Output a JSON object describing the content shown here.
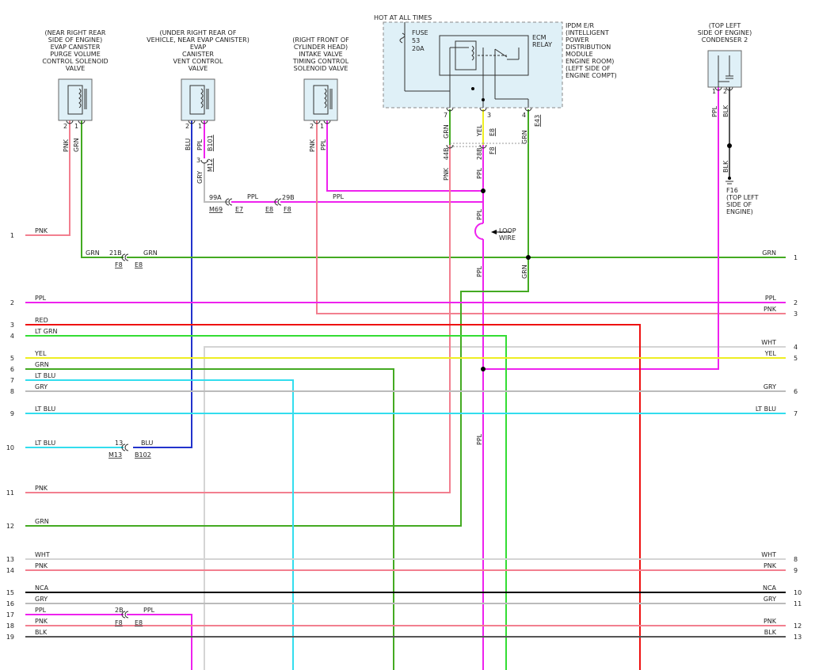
{
  "header": {
    "hot_at_all_times": "HOT AT ALL TIMES"
  },
  "components": {
    "purge_valve": [
      "(NEAR RIGHT REAR",
      "SIDE OF ENGINE)",
      "EVAP CANISTER",
      "PURGE VOLUME",
      "CONTROL SOLENOID",
      "VALVE"
    ],
    "vent_valve": [
      "(UNDER RIGHT REAR OF",
      "VEHICLE, NEAR EVAP CANISTER)",
      "EVAP",
      "CANISTER",
      "VENT CONTROL",
      "VALVE"
    ],
    "timing_valve": [
      "(RIGHT FRONT OF",
      "CYLINDER HEAD)",
      "INTAKE VALVE",
      "TIMING CONTROL",
      "SOLENOID VALVE"
    ],
    "ipdm": [
      "IPDM E/R",
      "(INTELLIGENT",
      "POWER",
      "DISTRIBUTION",
      "MODULE",
      "ENGINE ROOM)",
      "(LEFT SIDE OF",
      "ENGINE COMPT)"
    ],
    "condenser": [
      "(TOP LEFT",
      "SIDE OF ENGINE)",
      "CONDENSER 2"
    ],
    "ground": [
      "F16",
      "(TOP LEFT",
      "SIDE OF",
      "ENGINE)"
    ]
  },
  "fuse": {
    "label": "FUSE",
    "number": "53",
    "rating": "20A"
  },
  "ecm_relay": [
    "ECM",
    "RELAY"
  ],
  "loop_wire": [
    "LOOP",
    "WIRE"
  ],
  "pins": {
    "purge_2": "2",
    "purge_1": "1",
    "vent_2": "2",
    "vent_1": "1",
    "timing_2": "2",
    "timing_1": "1",
    "ipdm_7": "7",
    "ipdm_3": "3",
    "ipdm_4": "4",
    "cond_1": "1",
    "cond_2": "2",
    "vent_3": "3",
    "p44b": "44B",
    "p28b": "28B",
    "p99a": "99A",
    "p29b": "29B",
    "p21b": "21B",
    "p13": "13",
    "p2b": "2B"
  },
  "connectors": {
    "b101": "B101",
    "m12": "M12",
    "e8_top": "E8",
    "f8_top": "F8",
    "e43": "E43",
    "m69": "M69",
    "e7": "E7",
    "e8_mid": "E8",
    "f8_mid": "F8",
    "f8_gnd": "F8",
    "e8_gnd": "E8",
    "m13": "M13",
    "b102": "B102",
    "f8_bot": "F8",
    "e8_bot": "E8"
  },
  "wire_labels": {
    "pnk_purge": "PNK",
    "grn_purge": "GRN",
    "blu_vent": "BLU",
    "ppl_vent": "PPL",
    "gry_vent": "GRY",
    "pnk_timing": "PNK",
    "ppl_timing": "PPL",
    "grn_ipdm7": "GRN",
    "yel_ipdm3": "YEL",
    "grn_ipdm4": "GRN",
    "pnk_44b": "PNK",
    "ppl_28b": "PPL",
    "ppl_cond": "PPL",
    "blk_cond": "BLK",
    "blk_gnd": "BLK",
    "ppl_99a": "PPL",
    "ppl_29b": "PPL",
    "grn_21b_l": "GRN",
    "grn_21b_r": "GRN",
    "ppl_loop": "PPL",
    "ppl_vert": "PPL",
    "grn_vert": "GRN",
    "ppl_low": "PPL",
    "blu_13": "BLU",
    "ppl_2b": "PPL"
  },
  "left_rows": [
    {
      "n": "1",
      "label": "PNK"
    },
    {
      "n": "2",
      "label": "PPL"
    },
    {
      "n": "3",
      "label": "RED"
    },
    {
      "n": "4",
      "label": "LT GRN"
    },
    {
      "n": "5",
      "label": "YEL"
    },
    {
      "n": "6",
      "label": "GRN"
    },
    {
      "n": "7",
      "label": "LT BLU"
    },
    {
      "n": "8",
      "label": "GRY"
    },
    {
      "n": "9",
      "label": "LT BLU"
    },
    {
      "n": "10",
      "label": "LT BLU"
    },
    {
      "n": "11",
      "label": "PNK"
    },
    {
      "n": "12",
      "label": "GRN"
    },
    {
      "n": "13",
      "label": "WHT"
    },
    {
      "n": "14",
      "label": "PNK"
    },
    {
      "n": "15",
      "label": "NCA"
    },
    {
      "n": "16",
      "label": "GRY"
    },
    {
      "n": "17",
      "label": "PPL"
    },
    {
      "n": "18",
      "label": "PNK"
    },
    {
      "n": "19",
      "label": "BLK"
    }
  ],
  "right_rows": [
    {
      "n": "1",
      "label": "GRN"
    },
    {
      "n": "2",
      "label": "PPL"
    },
    {
      "n": "3",
      "label": "PNK"
    },
    {
      "n": "4",
      "label": "WHT"
    },
    {
      "n": "5",
      "label": "YEL"
    },
    {
      "n": "6",
      "label": "GRY"
    },
    {
      "n": "7",
      "label": "LT BLU"
    },
    {
      "n": "8",
      "label": "WHT"
    },
    {
      "n": "9",
      "label": "PNK"
    },
    {
      "n": "10",
      "label": "NCA"
    },
    {
      "n": "11",
      "label": "GRY"
    },
    {
      "n": "12",
      "label": "PNK"
    },
    {
      "n": "13",
      "label": "BLK"
    }
  ],
  "colors": {
    "PNK": "#f27f8f",
    "PPL": "#ee22ee",
    "RED": "#ee1111",
    "LT GRN": "#33dd33",
    "YEL": "#eeee22",
    "GRN": "#44aa22",
    "LT BLU": "#33ddee",
    "GRY": "#bbbbbb",
    "WHT": "#d4d4d4",
    "NCA": "#000000",
    "BLK": "#555555",
    "BLU": "#2233cc",
    "dashed_box_fill": "#dff0f7",
    "dashed_box_border": "#888888"
  }
}
